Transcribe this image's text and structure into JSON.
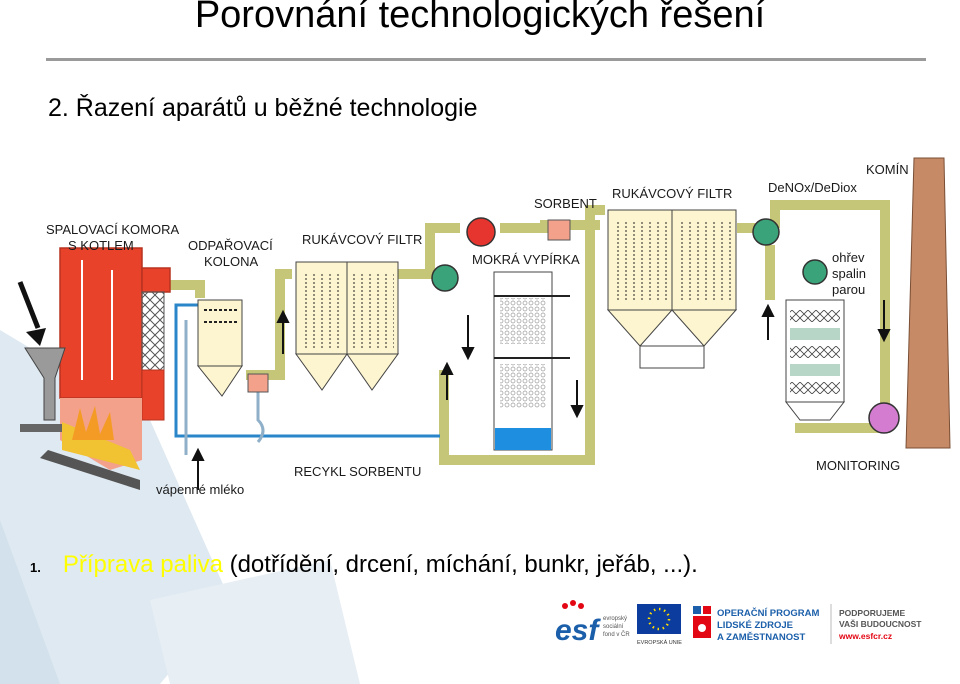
{
  "slide": {
    "title": "Porovnání technologických řešení",
    "subtitle": "2. Řazení aparátů u běžné technologie"
  },
  "diagram": {
    "labels": {
      "combustion": [
        "SPALOVACÍ KOMORA",
        "S KOTLEM"
      ],
      "evaporative": [
        "ODPAŘOVACÍ",
        "KOLONA"
      ],
      "bag_filter_1": "RUKÁVCOVÝ FILTR",
      "wet_scrubber": "MOKRÁ VYPÍRKA",
      "sorbent": "SORBENT",
      "bag_filter_2": "RUKÁVCOVÝ FILTR",
      "denox": "DeNOx/DeDiox",
      "stack": "KOMÍN",
      "reheat": [
        "ohřev",
        "spalin",
        "parou"
      ],
      "sorbent_recycle": "RECYKL SORBENTU",
      "lime_milk": "vápenné mléko",
      "monitoring": "MONITORING"
    },
    "colors": {
      "duct": "#c6c678",
      "furnace": "#e8432a",
      "vessel": "#fdf5cf",
      "water_line": "#2a86c8",
      "water": "#1e8fe0",
      "stack": "#c68a67",
      "fan": "#e5352e",
      "heat_exchanger": "#3aa37a",
      "monitor": "#d47ccf"
    }
  },
  "bullet": {
    "number": "1.",
    "highlight": "Příprava paliva",
    "rest": " (dotřídění, drcení, míchání, bunkr, jeřáb, ...)."
  },
  "logos": {
    "esf_word": "esf",
    "esf_sub": [
      "evropský",
      "sociální",
      "fond v ČR"
    ],
    "eu_caption": "EVROPSKÁ UNIE",
    "op_lines": [
      "OPERAČNÍ PROGRAM",
      "LIDSKÉ ZDROJE",
      "A ZAMĚSTNANOST"
    ],
    "support_lines": [
      "PODPORUJEME",
      "VAŠI BUDOUCNOST"
    ],
    "url": "www.esfcr.cz"
  }
}
